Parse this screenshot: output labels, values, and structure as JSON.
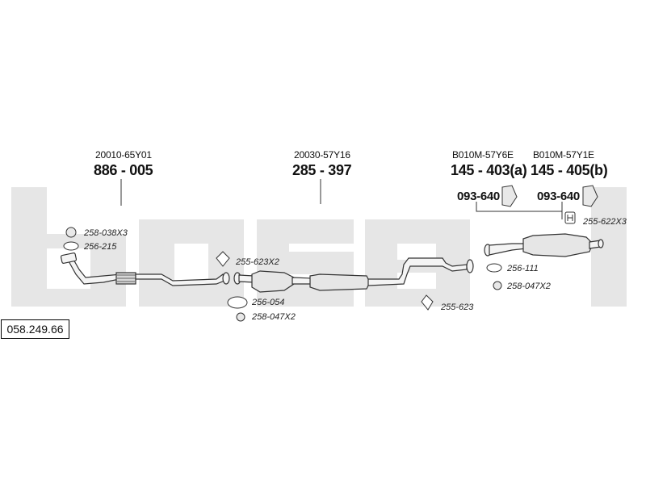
{
  "watermark": {
    "text": "bosal",
    "color": "#e6e6e6"
  },
  "diagram_ref": "058.249.66",
  "components": [
    {
      "oe_code": "20010-65Y01",
      "part_number": "886 - 005"
    },
    {
      "oe_code": "20030-57Y16",
      "part_number": "285 - 397"
    },
    {
      "oe_code": "B010M-57Y6E",
      "part_number": "145 - 403(a)"
    },
    {
      "oe_code": "B010M-57Y1E",
      "part_number": "145 - 405(b)"
    }
  ],
  "mounting_kits": [
    "093-640",
    "093-640"
  ],
  "accessories": {
    "front_clamp": "258-038X3",
    "front_gasket": "256-215",
    "hanger_front": "255-623X2",
    "flange_gasket": "256-054",
    "flange_nut": "258-047X2",
    "hanger_mid": "255-623",
    "rear_gasket": "256-111",
    "rear_nut": "258-047X2",
    "rear_hanger": "255-622X3"
  }
}
